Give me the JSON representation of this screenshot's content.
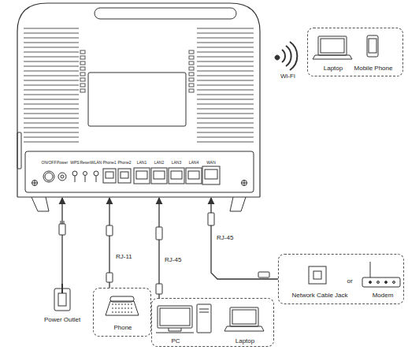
{
  "diagram": {
    "nodes": [
      {
        "text": [
          "ON/OFF",
          "Power",
          "WPS",
          "Reset",
          "WLAN",
          "Phone1",
          "Phone2",
          "LAN1",
          "LAN2",
          "LAN3",
          "LAN4",
          "WAN"
        ]
      },
      {
        "text": [
          "Laptop",
          "Mobile Phone"
        ]
      },
      {
        "text": [
          "Network Cable Jack",
          "or",
          "Modem"
        ]
      },
      {
        "text": [
          "Power Outlet"
        ]
      },
      {
        "text": [
          "Phone"
        ]
      },
      {
        "text": [
          "PC",
          "Laptop"
        ]
      }
    ],
    "edges": [
      {
        "from": 3,
        "to": 0,
        "arrow": "to"
      },
      {
        "from": 4,
        "to": 0,
        "label": "RJ-11",
        "arrow": "to"
      },
      {
        "from": 5,
        "to": 0,
        "label": "RJ-45",
        "arrow": "to"
      },
      {
        "from": 2,
        "to": 0,
        "label": "RJ-45",
        "arrow": "to"
      }
    ],
    "labels": [
      "Wi-Fi"
    ]
  }
}
